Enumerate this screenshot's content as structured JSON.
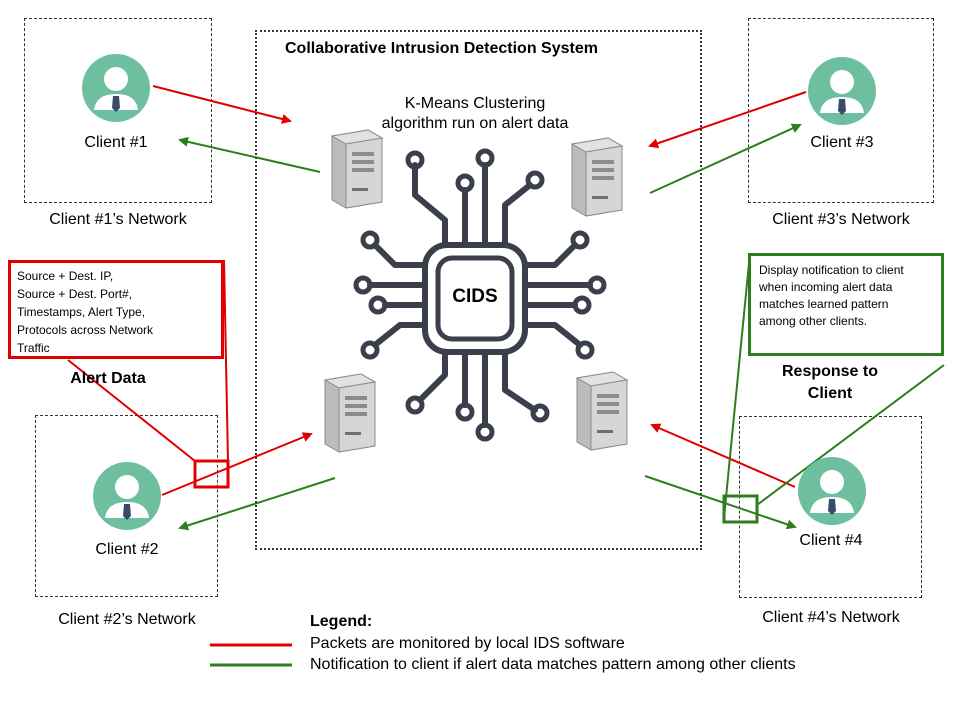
{
  "title": "Collaborative Intrusion Detection System",
  "kmeans_text": "K-Means Clustering algorithm run on alert data",
  "cids_label": "CIDS",
  "clients": [
    {
      "name": "Client #1",
      "network": "Client #1’s Network"
    },
    {
      "name": "Client #2",
      "network": "Client #2’s Network"
    },
    {
      "name": "Client #3",
      "network": "Client #3’s Network"
    },
    {
      "name": "Client #4",
      "network": "Client #4’s Network"
    }
  ],
  "alert_data": {
    "lines": [
      "Source + Dest. IP,",
      "Source + Dest. Port#,",
      "Timestamps, Alert Type,",
      "Protocols across Network",
      "Traffic"
    ],
    "label": "Alert Data"
  },
  "response": {
    "lines": [
      "Display notification to client",
      "when incoming alert data",
      "matches learned pattern",
      "among other clients."
    ],
    "label_line1": "Response to",
    "label_line2": "Client"
  },
  "legend": {
    "title": "Legend:",
    "red_text": "Packets are monitored by local IDS software",
    "green_text": "Notification to client if alert data matches pattern among other clients"
  },
  "colors": {
    "red": "#e00000",
    "green": "#2e7d1e",
    "avatar_teal": "#6dbf9f",
    "chip": "#3a3f4b"
  },
  "icons": [
    "user-avatar-icon",
    "server-icon",
    "circuit-chip-icon"
  ]
}
